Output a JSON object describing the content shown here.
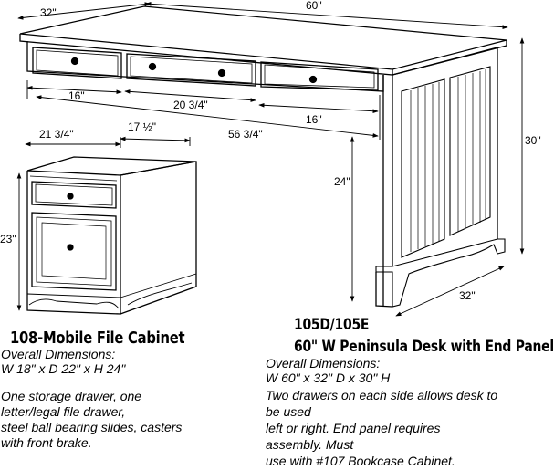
{
  "dimensions": {
    "desk_depth": "32\"",
    "desk_width": "60\"",
    "desk_height": "30\"",
    "drawer_left": "16\"",
    "drawer_center": "20 3/4\"",
    "drawer_right": "16\"",
    "inner_width": "56 3/4\"",
    "knee_height": "24\"",
    "end_panel_depth": "32\"",
    "cabinet_depth": "21 3/4\"",
    "cabinet_width": "17 ½\"",
    "cabinet_height": "23\""
  },
  "file_cabinet": {
    "title": "108-Mobile File Cabinet",
    "overall_label": "Overall Dimensions:",
    "overall_value": "W 18\" x D 22\" x H 24\"",
    "description": [
      "One storage drawer, one",
      "letter/legal file drawer,",
      "steel ball bearing slides, casters",
      "with front brake."
    ]
  },
  "desk": {
    "model": "105D/105E",
    "title": "60\" W Peninsula Desk with End Panel",
    "overall_label": "Overall Dimensions:",
    "overall_value": "W 60\" x 32\" D x 30\" H",
    "description": [
      "Two drawers on each side allows desk to",
      "be used",
      "left or right. End panel requires",
      "assembly. Must",
      "use with #107 Bookcase Cabinet."
    ]
  }
}
